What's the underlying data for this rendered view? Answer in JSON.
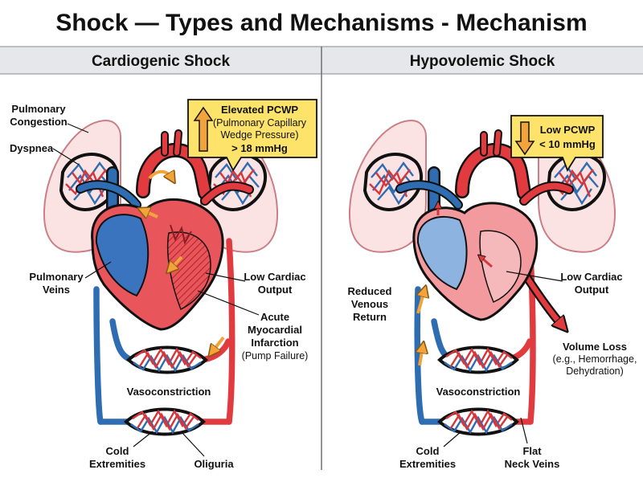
{
  "title": "Shock — Types and Mechanisms - Mechanism",
  "colors": {
    "oxygenated": "#e23b3f",
    "deoxygenated": "#2f6db3",
    "lung": "#fbe3e4",
    "callout": "#fde36a",
    "flow_arrow": "#f2a43a",
    "header_band": "#e5e7ea"
  },
  "icons": {
    "up": "up-arrow-icon",
    "down": "down-arrow-icon"
  },
  "left": {
    "heading": "Cardiogenic Shock",
    "callout": {
      "line1": "Elevated PCWP",
      "line2": "(Pulmonary Capillary",
      "line3": "Wedge Pressure)",
      "line4": "> 18 mmHg"
    },
    "labels": {
      "pulmonary_congestion_1": "Pulmonary",
      "pulmonary_congestion_2": "Congestion",
      "dyspnea": "Dyspnea",
      "pulmonary_veins_1": "Pulmonary",
      "pulmonary_veins_2": "Veins",
      "low_co_1": "Low Cardiac",
      "low_co_2": "Output",
      "ami_1": "Acute",
      "ami_2": "Myocardial",
      "ami_3": "Infarction",
      "ami_4": "(Pump Failure)",
      "vasoconstriction": "Vasoconstriction",
      "cold_1": "Cold",
      "cold_2": "Extremities",
      "oliguria": "Oliguria"
    }
  },
  "right": {
    "heading": "Hypovolemic Shock",
    "callout": {
      "line1": "Low PCWP",
      "line2": "< 10 mmHg"
    },
    "labels": {
      "reduced_1": "Reduced",
      "reduced_2": "Venous",
      "reduced_3": "Return",
      "low_co_1": "Low Cardiac",
      "low_co_2": "Output",
      "volume_loss_1": "Volume Loss",
      "volume_loss_2": "(e.g., Hemorrhage,",
      "volume_loss_3": "Dehydration)",
      "vasoconstriction": "Vasoconstriction",
      "cold_1": "Cold",
      "cold_2": "Extremities",
      "flat_1": "Flat",
      "flat_2": "Neck Veins"
    }
  }
}
